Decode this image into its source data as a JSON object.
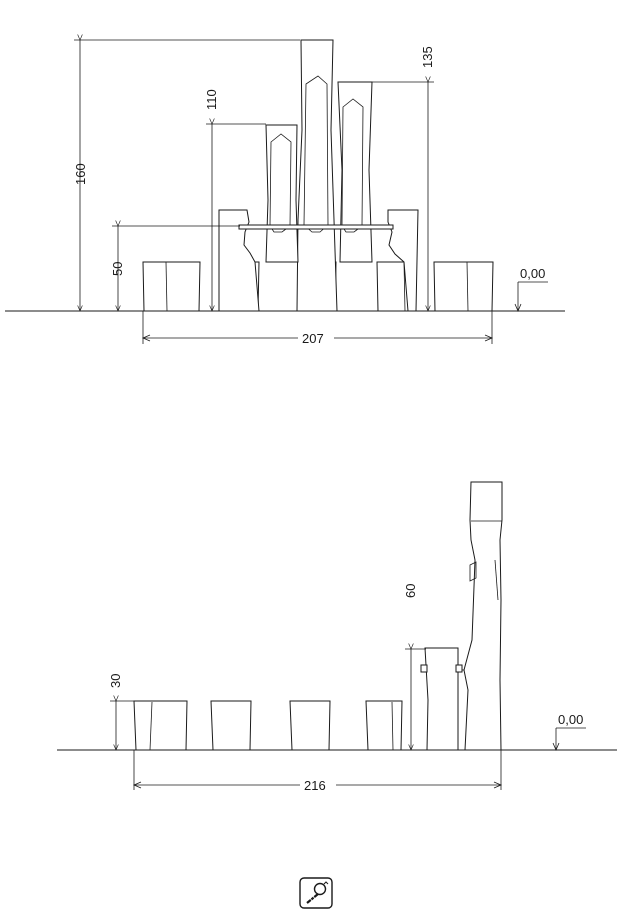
{
  "front_view": {
    "dims": {
      "height_total": "160",
      "height_mid": "110",
      "height_right": "135",
      "height_bar": "50",
      "width": "207",
      "ground_level": "0,00"
    }
  },
  "side_view": {
    "dims": {
      "height_stump": "30",
      "height_post": "60",
      "width": "216",
      "ground_level": "0,00"
    }
  },
  "icons": {
    "footer": "tape-measure-icon"
  }
}
